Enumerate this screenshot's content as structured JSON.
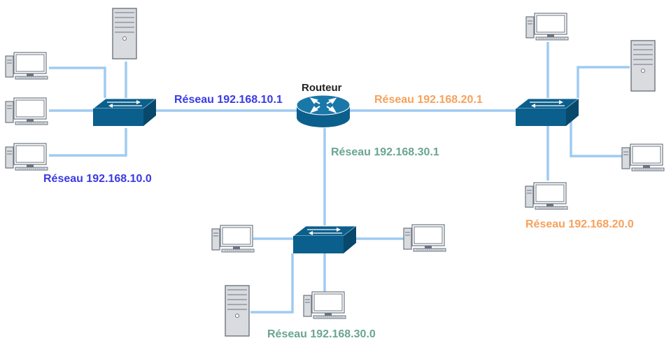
{
  "router": {
    "label": "Routeur"
  },
  "networks": {
    "net10": {
      "gateway_label": "Réseau 192.168.10.1",
      "network_label": "Réseau 192.168.10.0",
      "color": "#3a3ae6"
    },
    "net20": {
      "gateway_label": "Réseau 192.168.20.1",
      "network_label": "Réseau 192.168.20.0",
      "color": "#f7a15c"
    },
    "net30": {
      "gateway_label": "Réseau 192.168.30.1",
      "network_label": "Réseau 192.168.30.0",
      "color": "#6aa591"
    }
  },
  "colors": {
    "link": "#9fcbf2",
    "device": "#0b5f8c",
    "pc_case": "#d9dbdf",
    "pc_outline": "#6b7580",
    "label_dark": "#222222"
  },
  "icons": {
    "router": "router-icon",
    "switch": "switch-icon",
    "desktop": "desktop-pc-icon",
    "server": "tower-server-icon"
  }
}
